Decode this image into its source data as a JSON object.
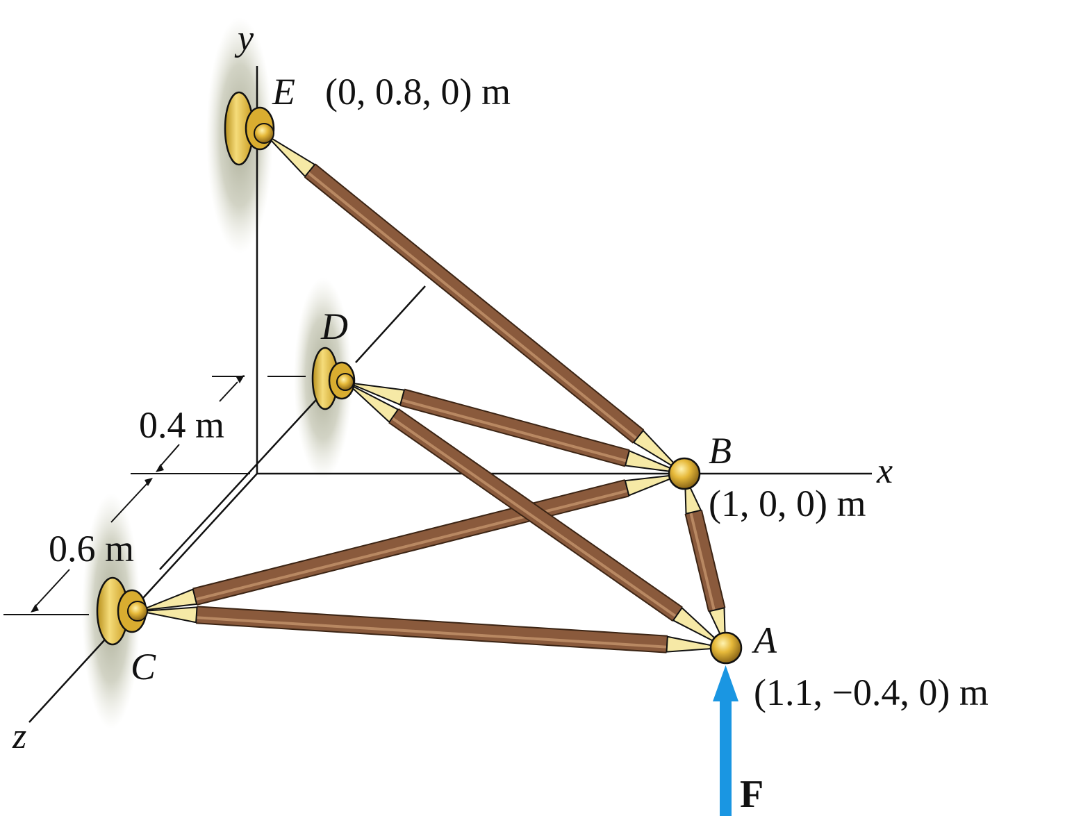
{
  "axes": {
    "x": "x",
    "y": "y",
    "z": "z"
  },
  "points": {
    "E": {
      "name": "E",
      "coords": "(0, 0.8, 0) m"
    },
    "D": {
      "name": "D"
    },
    "B": {
      "name": "B",
      "coords": "(1, 0, 0) m"
    },
    "A": {
      "name": "A",
      "coords": "(1.1, −0.4, 0) m"
    },
    "C": {
      "name": "C"
    }
  },
  "dimensions": {
    "d1": "0.4 m",
    "d2": "0.6 m"
  },
  "force": {
    "label": "F",
    "color": "#1a96e2"
  },
  "colors": {
    "rod": "#8a5a3c",
    "rod_dark": "#3b2414",
    "joint": "#e0b83c",
    "tip": "#f6e9a6",
    "shadow": "#b3b59d"
  }
}
